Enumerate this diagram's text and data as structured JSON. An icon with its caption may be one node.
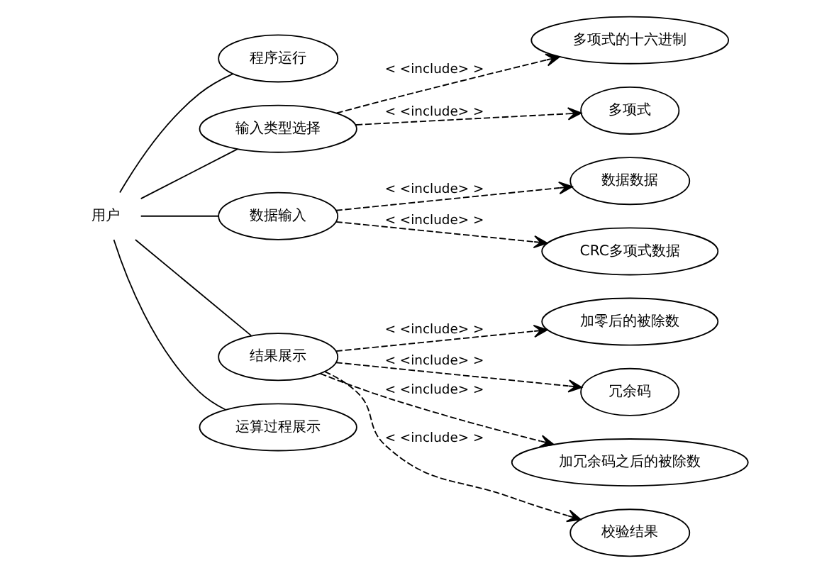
{
  "diagram": {
    "nodes": [
      {
        "text": [
          "程序运行"
        ]
      },
      {
        "text": [
          "输入类型选择"
        ]
      },
      {
        "text": [
          "多项式的十六进制"
        ]
      },
      {
        "text": [
          "多项式"
        ]
      },
      {
        "text": [
          "数据输入"
        ]
      },
      {
        "text": [
          "数据数据"
        ]
      },
      {
        "text": [
          "CRC多项式数据"
        ]
      },
      {
        "text": [
          "用户"
        ]
      },
      {
        "text": [
          "结果展示"
        ]
      },
      {
        "text": [
          "加零后的被除数"
        ]
      },
      {
        "text": [
          "冗余码"
        ]
      },
      {
        "text": [
          "加冗余码之后的被除数"
        ]
      },
      {
        "text": [
          "运算过程展示"
        ]
      },
      {
        "text": [
          "校验结果"
        ]
      }
    ],
    "edges": [
      {
        "from": 7,
        "to": 0,
        "arrow": "none"
      },
      {
        "from": 7,
        "to": 1,
        "arrow": "none"
      },
      {
        "from": 7,
        "to": 4,
        "arrow": "none"
      },
      {
        "from": 7,
        "to": 8,
        "arrow": "none"
      },
      {
        "from": 7,
        "to": 12,
        "arrow": "none"
      },
      {
        "from": 1,
        "to": 2,
        "arrow": "to",
        "style": "dashed",
        "label": "< <include> >"
      },
      {
        "from": 1,
        "to": 3,
        "arrow": "to",
        "style": "dashed",
        "label": "< <include> >"
      },
      {
        "from": 4,
        "to": 5,
        "arrow": "to",
        "style": "dashed",
        "label": "< <include> >"
      },
      {
        "from": 4,
        "to": 6,
        "arrow": "to",
        "style": "dashed",
        "label": "< <include> >"
      },
      {
        "from": 8,
        "to": 9,
        "arrow": "to",
        "style": "dashed",
        "label": "< <include> >"
      },
      {
        "from": 8,
        "to": 10,
        "arrow": "to",
        "style": "dashed",
        "label": "< <include> >"
      },
      {
        "from": 8,
        "to": 11,
        "arrow": "to",
        "style": "dashed",
        "label": "< <include> >"
      },
      {
        "from": 8,
        "to": 13,
        "arrow": "to",
        "style": "dashed",
        "label": "< <include> >"
      }
    ]
  }
}
